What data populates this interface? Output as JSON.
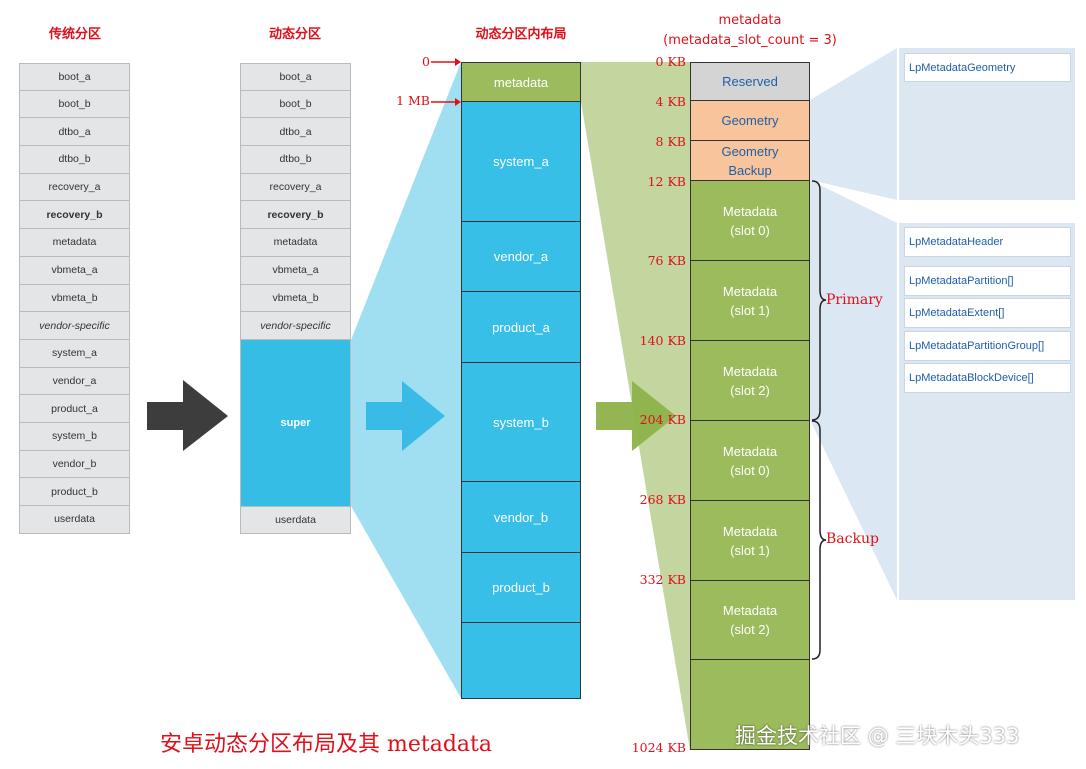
{
  "headings": {
    "traditional": "传统分区",
    "dynamic": "动态分区",
    "dynamic_layout": "动态分区内布局",
    "metadata_title": "metadata",
    "metadata_subtitle": "(metadata_slot_count = 3)"
  },
  "traditional_partitions": [
    "boot_a",
    "boot_b",
    "dtbo_a",
    "dtbo_b",
    "recovery_a",
    "recovery_b",
    "metadata",
    "vbmeta_a",
    "vbmeta_b",
    "vendor-specific",
    "system_a",
    "vendor_a",
    "product_a",
    "system_b",
    "vendor_b",
    "product_b",
    "userdata"
  ],
  "dynamic_partitions": [
    "boot_a",
    "boot_b",
    "dtbo_a",
    "dtbo_b",
    "recovery_a",
    "recovery_b",
    "metadata",
    "vbmeta_a",
    "vbmeta_b",
    "vendor-specific"
  ],
  "dynamic_super": "super",
  "dynamic_userdata": "userdata",
  "super_layout": {
    "metadata": "metadata",
    "offset_0": "0",
    "offset_1mb": "1 MB",
    "partitions": [
      "system_a",
      "vendor_a",
      "product_a",
      "system_b",
      "vendor_b",
      "product_b",
      ""
    ]
  },
  "metadata_layout": {
    "reserved": "Reserved",
    "geometry": "Geometry",
    "geometry_backup_1": "Geometry",
    "geometry_backup_2": "Backup",
    "slots": [
      {
        "l1": "Metadata",
        "l2": "(slot 0)"
      },
      {
        "l1": "Metadata",
        "l2": "(slot 1)"
      },
      {
        "l1": "Metadata",
        "l2": "(slot 2)"
      },
      {
        "l1": "Metadata",
        "l2": "(slot 0)"
      },
      {
        "l1": "Metadata",
        "l2": "(slot 1)"
      },
      {
        "l1": "Metadata",
        "l2": "(slot 2)"
      }
    ],
    "offsets": [
      "0 KB",
      "4 KB",
      "8 KB",
      "12 KB",
      "76 KB",
      "140 KB",
      "204 KB",
      "268 KB",
      "332 KB",
      "1024 KB"
    ],
    "primary_label": "Primary",
    "backup_label": "Backup"
  },
  "structs": {
    "geometry": "LpMetadataGeometry",
    "header": "LpMetadataHeader",
    "partition": "LpMetadataPartition[]",
    "extent": "LpMetadataExtent[]",
    "group": "LpMetadataPartitionGroup[]",
    "block_device": "LpMetadataBlockDevice[]"
  },
  "caption": "安卓动态分区布局及其 metadata",
  "watermark": "掘金技术社区 @ 三块木头333",
  "colors": {
    "offset_red": "#e0101a",
    "super_blue": "#38bfe8",
    "metadata_green": "#9bbb5d",
    "reserved_gray": "#d4d4d4",
    "geometry_orange": "#f8c49c"
  }
}
